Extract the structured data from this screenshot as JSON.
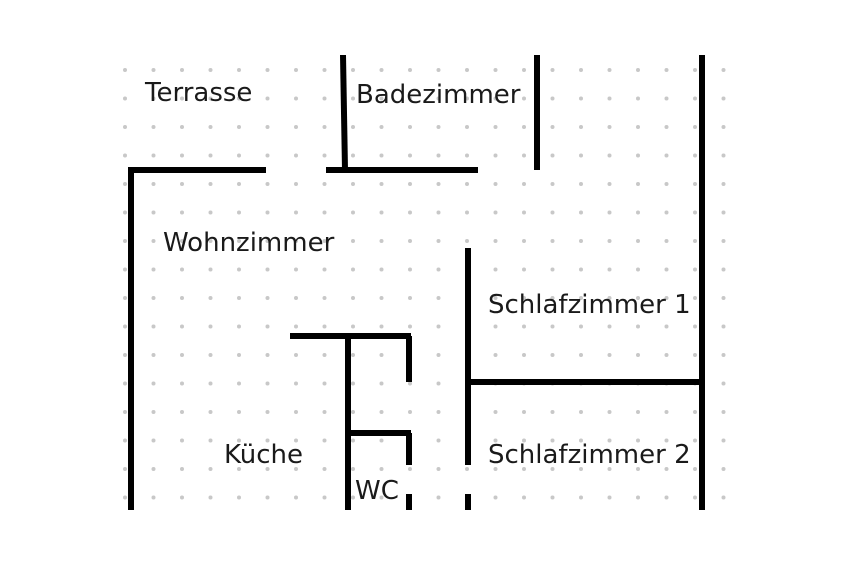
{
  "plan": {
    "rooms": {
      "terrasse": "Terrasse",
      "badezimmer": "Badezimmer",
      "wohnzimmer": "Wohnzimmer",
      "schlafzimmer1": "Schlafzimmer 1",
      "schlafzimmer2": "Schlafzimmer 2",
      "kueche": "Küche",
      "wc": "WC"
    },
    "colors": {
      "wall": "#000000",
      "grid_dot": "#c8c8c8",
      "background": "#ffffff",
      "label": "#1a1a1a"
    }
  }
}
